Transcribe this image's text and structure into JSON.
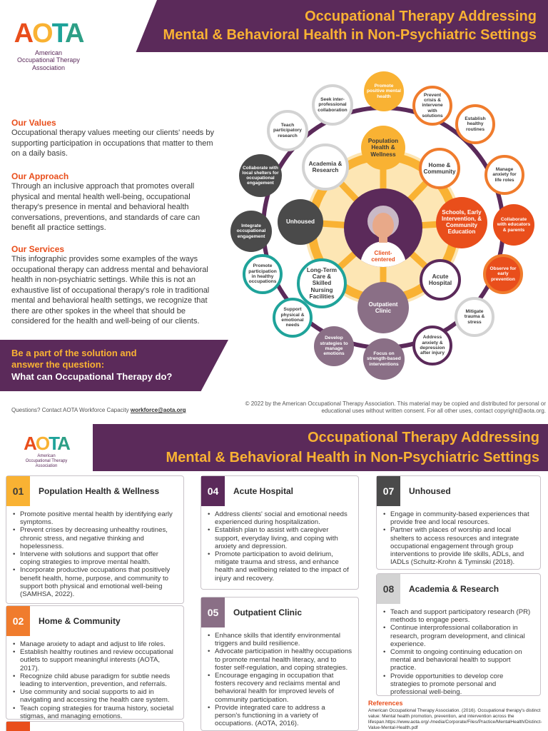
{
  "logo": {
    "word_a1": "A",
    "word_o": "O",
    "word_t": "T",
    "word_a2": "A",
    "subtitle_1": "American",
    "subtitle_2": "Occupational Therapy",
    "subtitle_3": "Association"
  },
  "title": {
    "line1": "Occupational Therapy Addressing",
    "line2": "Mental & Behavioral Health in Non-Psychiatric Settings"
  },
  "values": {
    "heading": "Our Values",
    "text": "Occupational therapy values meeting our clients' needs by supporting participation in occupations that matter to them on a daily basis."
  },
  "approach": {
    "heading": "Our Approach",
    "text": "Through an inclusive approach that promotes overall physical and mental health well-being, occupational therapy's presence in mental and behavioral health conversations, preventions, and standards of care can benefit all practice settings."
  },
  "services": {
    "heading": "Our Services",
    "text": "This infographic provides some examples of the ways occupational therapy can address mental and behavioral health in non-psychiatric settings. While this is not an exhaustive list of occupational therapy's role in traditional mental and behavioral health settings, we recognize that there are other spokes in the wheel that should be considered for the health and well-being of our clients."
  },
  "cta": {
    "line1": "Be a part of the solution and",
    "line2": "answer the question:",
    "line3": "What can Occupational Therapy do?"
  },
  "footer": {
    "questions": "Questions? Contact AOTA Workforce Capacity ",
    "email": "workforce@aota.org",
    "copyright": "© 2022 by the American Occupational Therapy Association. This material may be copied and distributed for personal or educational uses without written consent. For all other uses, contact copyright@aota.org."
  },
  "wheel": {
    "center": "Client-centered",
    "inner": [
      "Population Health & Wellness",
      "Home & Community",
      "Schools, Early Intervention, & Community Education",
      "Acute Hospital",
      "Outpatient Clinic",
      "Long-Term Care & Skilled Nursing Facilities",
      "Unhoused",
      "Academia & Research"
    ],
    "outer": [
      "Promote positive mental health",
      "Prevent crisis & intervene with solutions",
      "Establish healthy routines",
      "Manage anxiety for life roles",
      "Collaborate with educators & parents",
      "Observe for early prevention",
      "Mitigate trauma & stress",
      "Address anxiety & depression after injury",
      "Focus on strength-based interventions",
      "Develop strategies to manage emotions",
      "Support physical & emotional needs",
      "Promote participation in healthy occupations",
      "Integrate occupational engagement",
      "Collaborate with local shelters for occupational engagement",
      "Teach participatory research",
      "Seek inter-professional collaboration"
    ],
    "colors": {
      "yellow": "#f9b233",
      "orange": "#f07c2d",
      "red": "#e94e1b",
      "purple": "#5b2a5a",
      "mauve": "#8a6f86",
      "teal": "#1fa39a",
      "gray": "#4a4a4a",
      "light": "#d3d3d3"
    }
  },
  "cards": [
    {
      "num": "01",
      "title": "Population Health & Wellness",
      "color": "#f9b233",
      "items": [
        "Promote positive mental health by identifying early symptoms.",
        "Prevent crises by decreasing unhealthy routines, chronic stress, and negative thinking and hopelessness.",
        "Intervene with solutions and support that offer coping strategies to improve mental health.",
        "Incorporate productive occupations that positively benefit health, home, purpose, and community to support both physical and emotional well-being (SAMHSA, 2022)."
      ]
    },
    {
      "num": "02",
      "title": "Home & Community",
      "color": "#f07c2d",
      "items": [
        "Manage anxiety to adapt and adjust to life roles.",
        "Establish healthy routines and review occupational outlets to support meaningful interests (AOTA, 2017).",
        "Recognize child abuse paradigm for subtle needs leading to intervention, prevention, and referrals.",
        "Use community and social supports to aid in navigating and accessing the health care system.",
        "Teach coping strategies for trauma history, societal stigmas, and managing emotions."
      ]
    },
    {
      "num": "03",
      "title": "Schools, Early Intervention,",
      "color": "#e94e1b",
      "items": []
    },
    {
      "num": "04",
      "title": "Acute Hospital",
      "color": "#5b2a5a",
      "items": [
        "Address clients' social and emotional needs experienced during hospitalization.",
        "Establish plan to assist with caregiver support, everyday living, and coping with anxiety and depression.",
        "Promote participation to avoid delirium, mitigate trauma and stress, and enhance health and wellbeing related to the impact of injury and recovery."
      ]
    },
    {
      "num": "05",
      "title": "Outpatient Clinic",
      "color": "#8a6f86",
      "items": [
        "Enhance skills that identify environmental triggers and build resilience.",
        "Advocate participation in healthy occupations to promote mental health literacy, and to foster self-regulation, and coping strategies.",
        "Encourage engaging in occupation that fosters recovery and reclaims mental and behavioral health for improved levels of community participation.",
        "Provide integrated care to address a person's functioning in a variety of occupations. (AOTA, 2016)."
      ]
    },
    {
      "num": "07",
      "title": "Unhoused",
      "color": "#4a4a4a",
      "items": [
        "Engage in community-based experiences that provide free and local resources.",
        "Partner with places of worship and local shelters to access resources and integrate occupational engagement through group interventions to provide life skills, ADLs, and IADLs (Schultz-Krohn & Tyminski (2018)."
      ]
    },
    {
      "num": "08",
      "title": "Academia & Research",
      "color": "#d3d3d3",
      "items": [
        "Teach and support participatory research (PR) methods to engage peers.",
        "Continue interprofessional collaboration in research, program development, and clinical experience.",
        "Commit to ongoing continuing education on mental and behavioral health to support practice.",
        "Provide opportunities to develop core strategies to promote personal and professional well-being."
      ]
    }
  ],
  "references": {
    "heading": "References",
    "text": "American Occupational Therapy Association. (2016). Occupational therapy's distinct value: Mental health promotion, prevention, and intervention across the lifespan.https://www.aota.org/-/media/Corporate/Files/Practice/MentalHealth/Distinct-Value-Mental-Health.pdf"
  }
}
